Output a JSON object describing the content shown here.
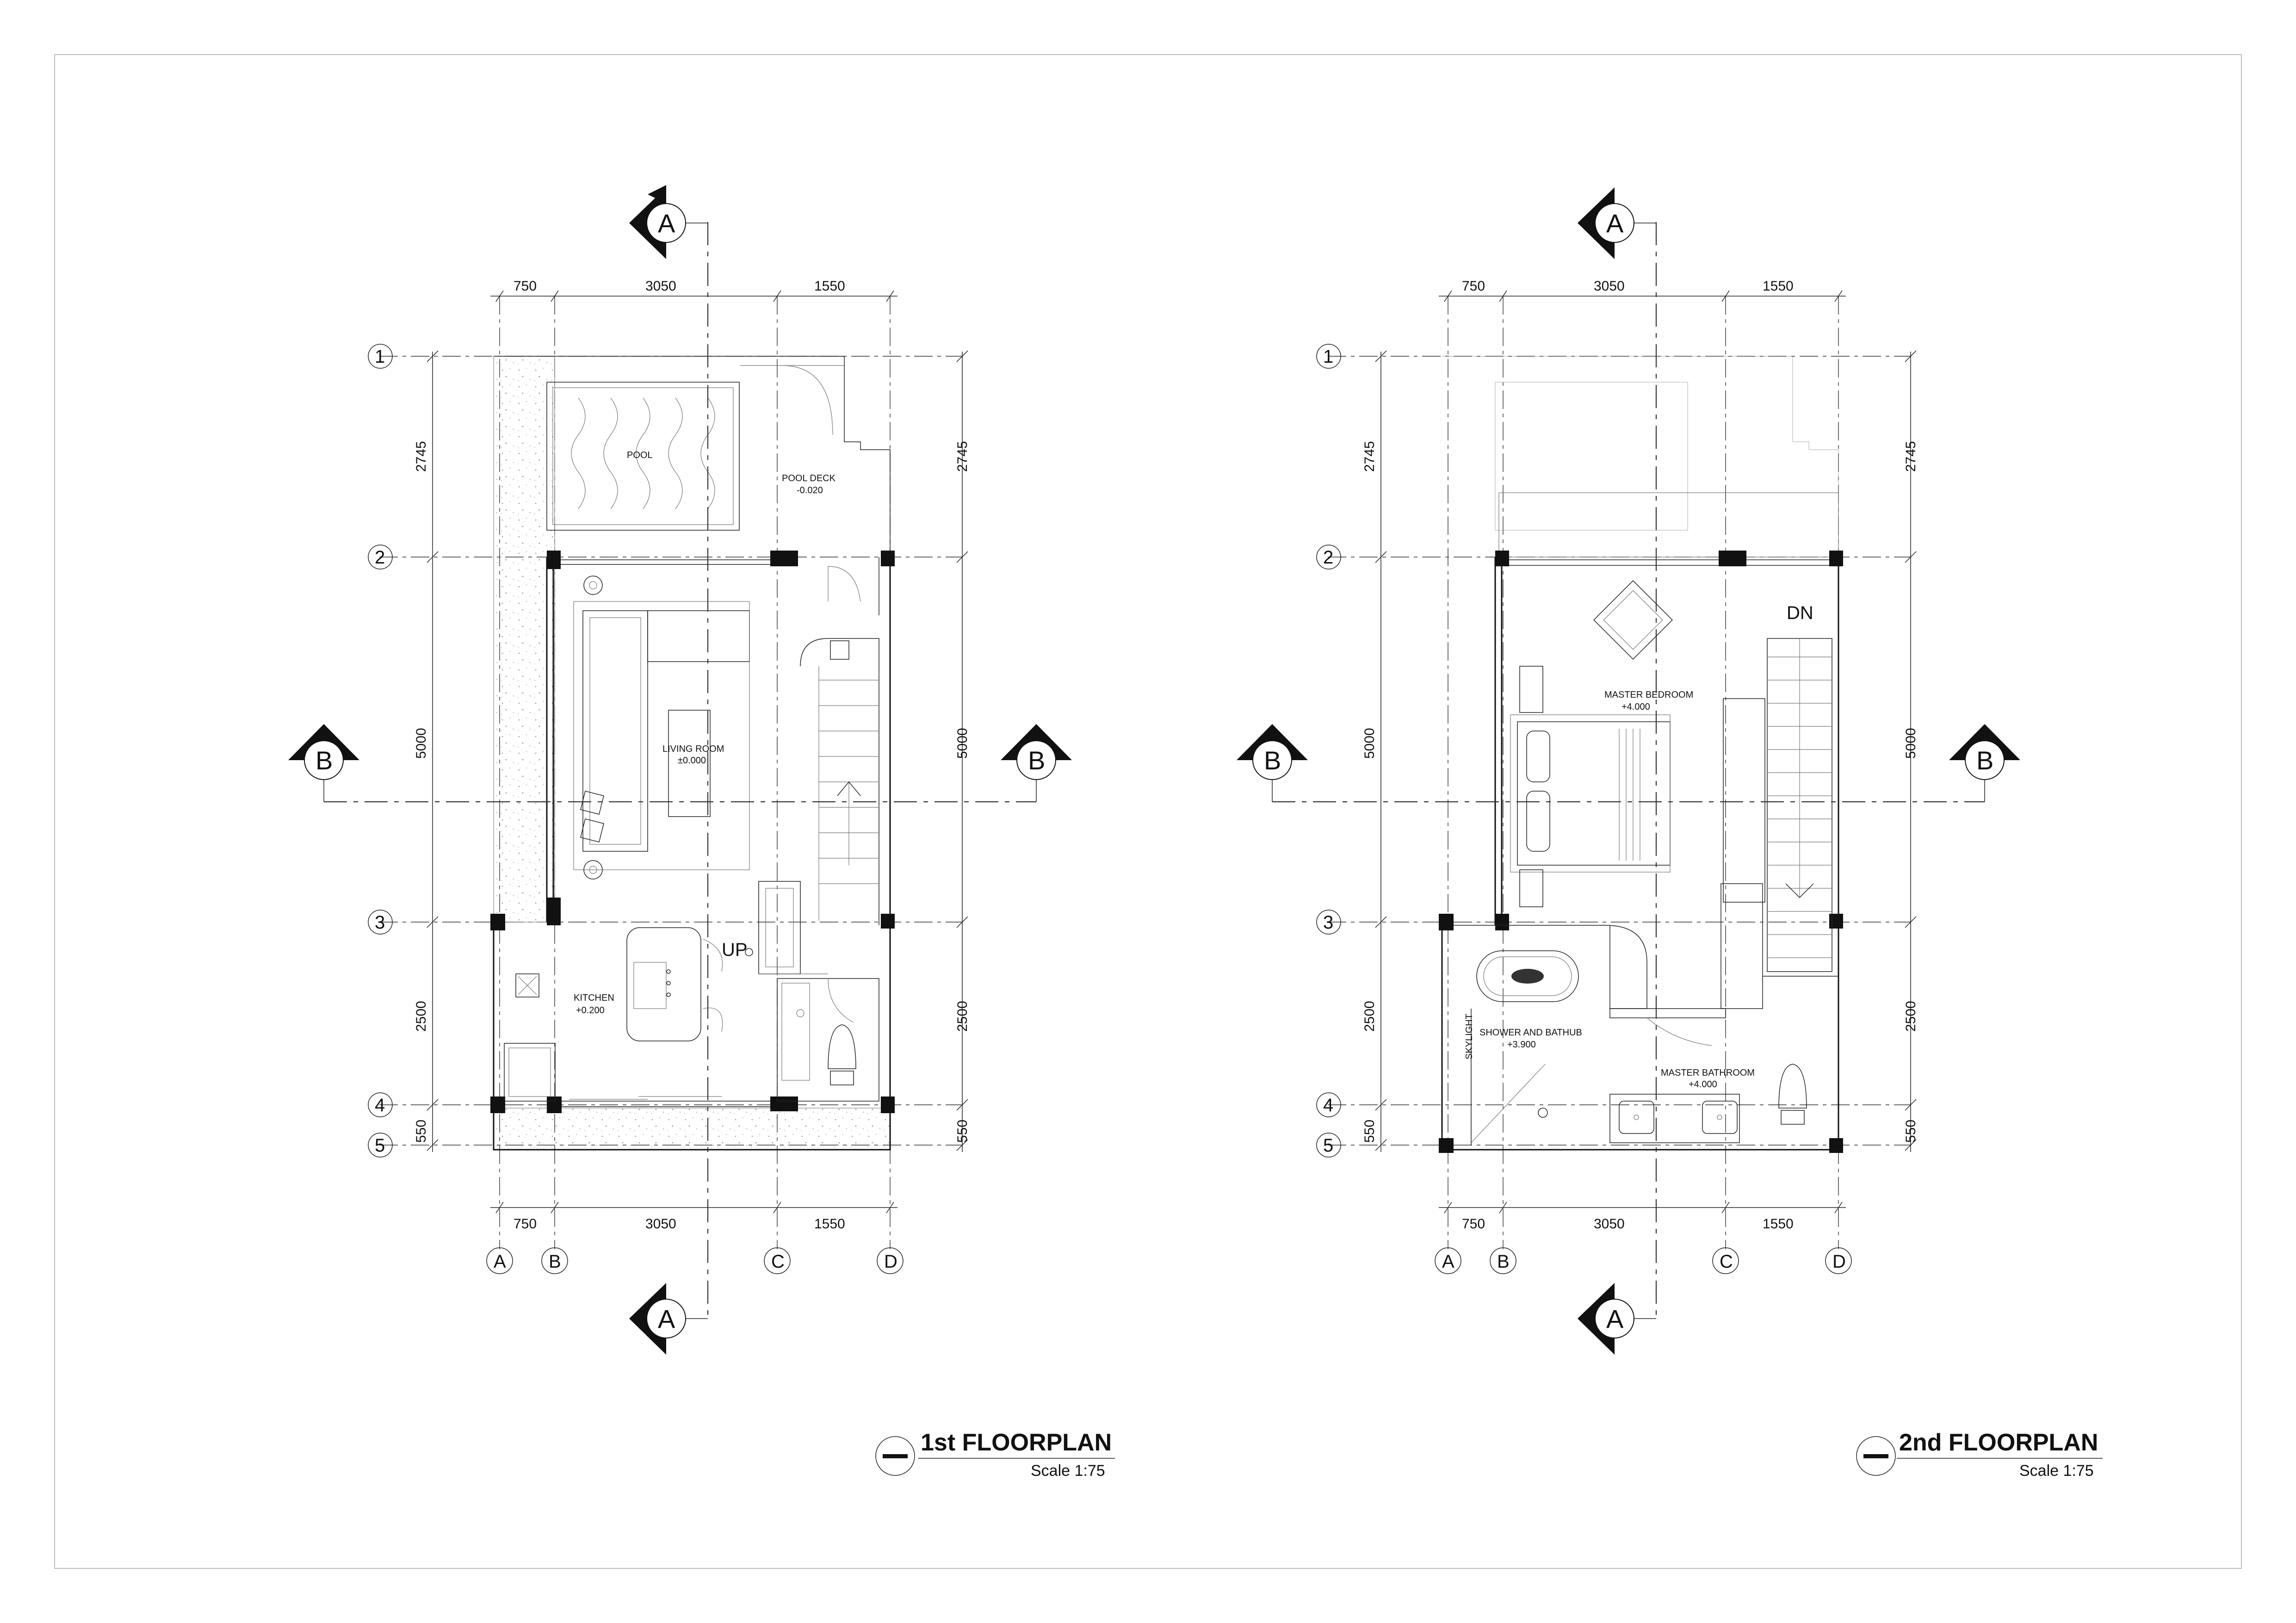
{
  "plans": [
    {
      "id": "first",
      "title": "1st FLOORPLAN",
      "scale": "Scale 1:75",
      "rooms": [
        {
          "key": "pool",
          "name": "POOL",
          "level": ""
        },
        {
          "key": "pooldeck",
          "name": "POOL DECK",
          "level": "-0.020"
        },
        {
          "key": "living",
          "name": "LIVING ROOM",
          "level": "±0.000"
        },
        {
          "key": "kitchen",
          "name": "KITCHEN",
          "level": "+0.200"
        }
      ],
      "stair_label": "UP"
    },
    {
      "id": "second",
      "title": "2nd FLOORPLAN",
      "scale": "Scale 1:75",
      "rooms": [
        {
          "key": "bedroom",
          "name": "MASTER BEDROOM",
          "level": "+4.000"
        },
        {
          "key": "shower",
          "name": "SHOWER AND BATHUB",
          "level": "+3.900"
        },
        {
          "key": "bathroom",
          "name": "MASTER BATHROOM",
          "level": "+4.000"
        },
        {
          "key": "skylight",
          "name": "SKYLIGHT",
          "level": ""
        }
      ],
      "stair_label": "DN"
    }
  ],
  "dimensions": {
    "horizontal": [
      "750",
      "3050",
      "1550"
    ],
    "vertical": [
      "2745",
      "5000",
      "2500",
      "550"
    ]
  },
  "grid_labels": {
    "columns": [
      "A",
      "B",
      "C",
      "D"
    ],
    "rows": [
      "1",
      "2",
      "3",
      "4",
      "5"
    ]
  },
  "section_markers": {
    "vertical": "A",
    "horizontal": "B"
  }
}
